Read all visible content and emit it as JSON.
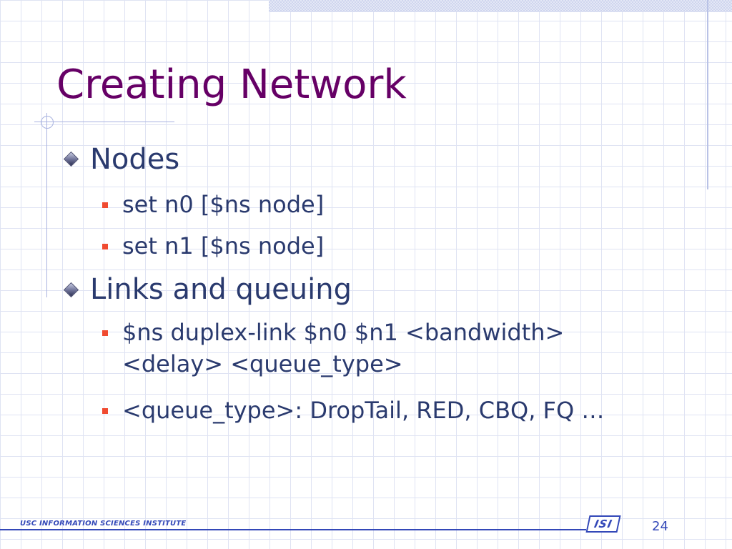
{
  "slide": {
    "title": "Creating Network",
    "bullets": [
      {
        "text": "Nodes",
        "sub": [
          "set n0 [$ns node]",
          "set n1 [$ns node]"
        ]
      },
      {
        "text": "Links and queuing",
        "sub": [
          "$ns duplex-link $n0 $n1 <bandwidth> <delay> <queue_type>",
          "<queue_type>: DropTail, RED, CBQ, FQ …"
        ]
      }
    ]
  },
  "footer": {
    "institute": "USC INFORMATION SCIENCES INSTITUTE",
    "logo": "ISI",
    "page_number": "24"
  },
  "colors": {
    "title": "#660066",
    "body_text": "#2a3a6e",
    "accent_blue": "#3348b8",
    "sub_bullet": "#f04a30"
  }
}
